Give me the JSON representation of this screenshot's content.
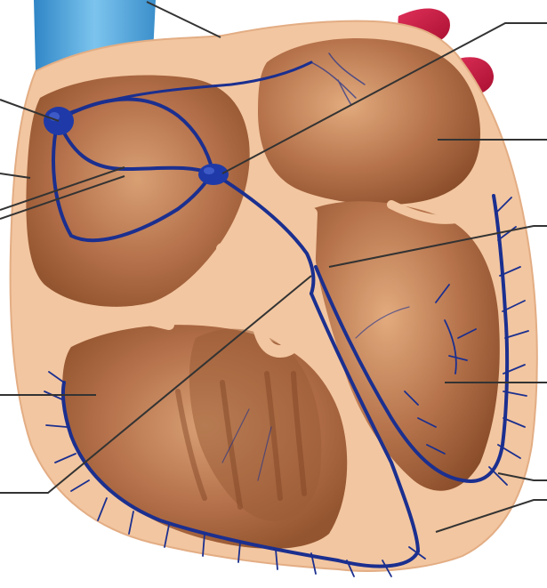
{
  "figure": {
    "subject": "heart-conduction-system",
    "labels": [],
    "colors": {
      "background": "#ffffff",
      "wall": "#f3c9a5",
      "chamber": "#b8754a",
      "chamber_dark": "#8e5230",
      "chamber_light": "#d89b6e",
      "vein": "#4aa3d9",
      "artery": "#c8163c",
      "conduction": "#1b2f8f",
      "node": "#1f3aa8",
      "leader_line": "#333333"
    },
    "leader_lines": [
      {
        "id": "top-left-upper"
      },
      {
        "id": "left-sa-node"
      },
      {
        "id": "left-atrium-wall"
      },
      {
        "id": "left-internodal"
      },
      {
        "id": "left-ventricle"
      },
      {
        "id": "left-bottom"
      },
      {
        "id": "right-top"
      },
      {
        "id": "right-atrium"
      },
      {
        "id": "right-bundle"
      },
      {
        "id": "right-ventricle"
      },
      {
        "id": "right-purkinje-upper"
      },
      {
        "id": "right-purkinje-lower"
      }
    ]
  }
}
